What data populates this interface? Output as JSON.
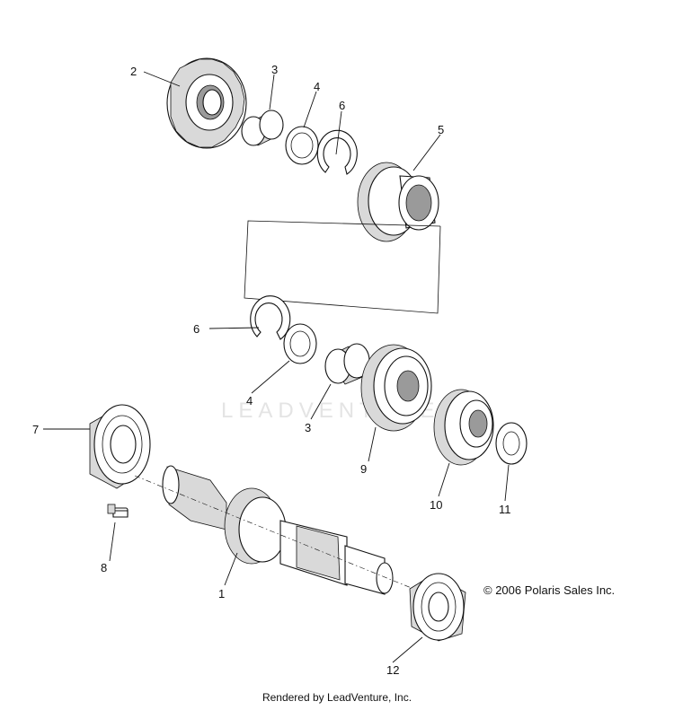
{
  "callouts": {
    "c1": "1",
    "c2": "2",
    "c3a": "3",
    "c3b": "3",
    "c4a": "4",
    "c4b": "4",
    "c5": "5",
    "c6a": "6",
    "c6b": "6",
    "c7": "7",
    "c8": "8",
    "c9": "9",
    "c10": "10",
    "c11": "11",
    "c12": "12"
  },
  "copyright": "© 2006 Polaris Sales Inc.",
  "footer": "Rendered by LeadVenture, Inc.",
  "watermark": "LEADVENTURE",
  "colors": {
    "line": "#111111",
    "watermark": "#e4e4e4",
    "background": "#ffffff"
  }
}
